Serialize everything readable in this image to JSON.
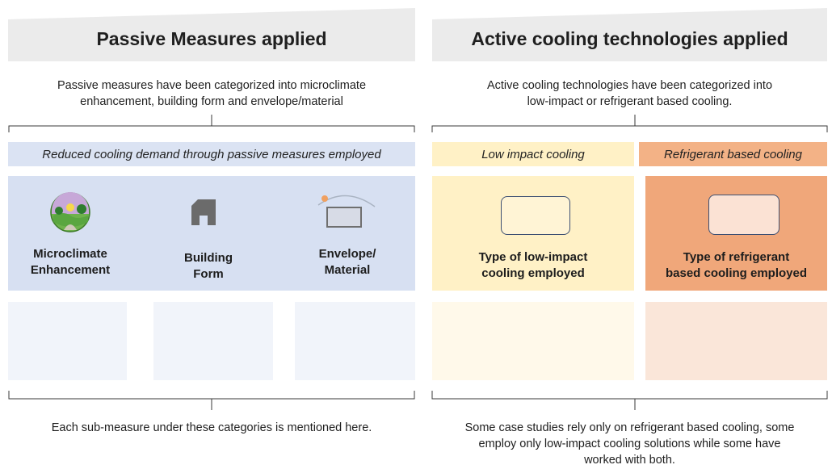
{
  "passive": {
    "title": "Passive Measures applied",
    "description_line1": "Passive measures have been categorized into microclimate",
    "description_line2": "enhancement, building form and envelope/material",
    "category": "Reduced cooling demand through passive measures employed",
    "items": [
      {
        "label_line1": "Microclimate",
        "label_line2": "Enhancement",
        "icon": "microclimate-landscape-icon"
      },
      {
        "label_line1": "Building",
        "label_line2": "Form",
        "icon": "building-form-icon"
      },
      {
        "label_line1": "Envelope/",
        "label_line2": "Material",
        "icon": "envelope-material-icon"
      }
    ],
    "footer": "Each sub-measure under these categories is mentioned here."
  },
  "active": {
    "title": "Active cooling technologies applied",
    "description_line1": "Active cooling technologies have been categorized into",
    "description_line2": "low-impact or refrigerant based cooling.",
    "low_impact": {
      "category": "Low impact cooling",
      "label_line1": "Type of low-impact",
      "label_line2": "cooling employed"
    },
    "refrigerant": {
      "category": "Refrigerant based cooling",
      "label_line1": "Type of refrigerant",
      "label_line2": "based cooling employed"
    },
    "footer_line1": "Some case studies rely only on refrigerant based cooling, some",
    "footer_line2": "employ only low-impact cooling solutions while some have",
    "footer_line3": "worked with both."
  },
  "colors": {
    "banner_bg": "#ebebeb",
    "passive_category_bg": "#dbe3f3",
    "passive_panel_bg": "#d7e0f2",
    "passive_placeholder_bg": "#f1f4fa",
    "low_impact_bg": "#fff1c6",
    "low_impact_placeholder_bg": "#fff9ea",
    "refrigerant_category_bg": "#f3b286",
    "refrigerant_panel_bg": "#f0a77a",
    "refrigerant_placeholder_bg": "#fae6d9"
  }
}
